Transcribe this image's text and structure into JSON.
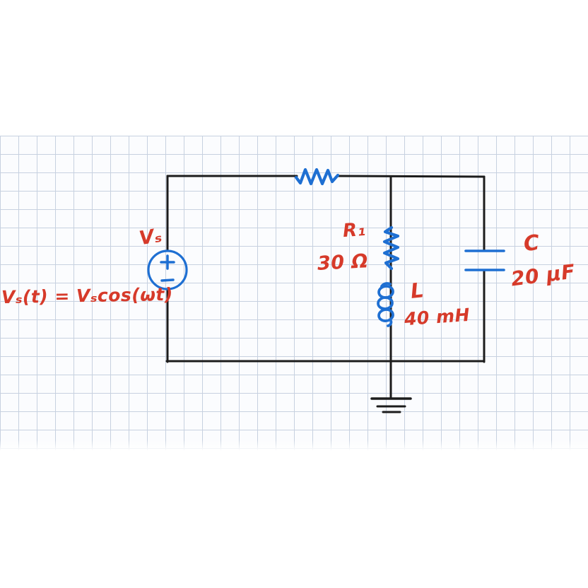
{
  "diagram": {
    "type": "hand-drawn-circuit-sketch",
    "description": "Series-parallel RLC circuit driven by an AC voltage source, drawn on grid paper"
  },
  "colors": {
    "ink_blue": "#1e6fd2",
    "ink_red": "#d63a2a",
    "wire_black": "#1c1c1c",
    "grid_line": "#c7d1e0",
    "paper": "#fbfcfe"
  },
  "labels": {
    "source_name": "Vₛ",
    "source_equation": "Vₛ(t) = Vₛcos(ωt)",
    "resistor1_name": "R₁",
    "resistor1_value": "30 Ω",
    "inductor_name": "L",
    "inductor_value": "40 mH",
    "capacitor_name": "C",
    "capacitor_value": "20 µF"
  }
}
